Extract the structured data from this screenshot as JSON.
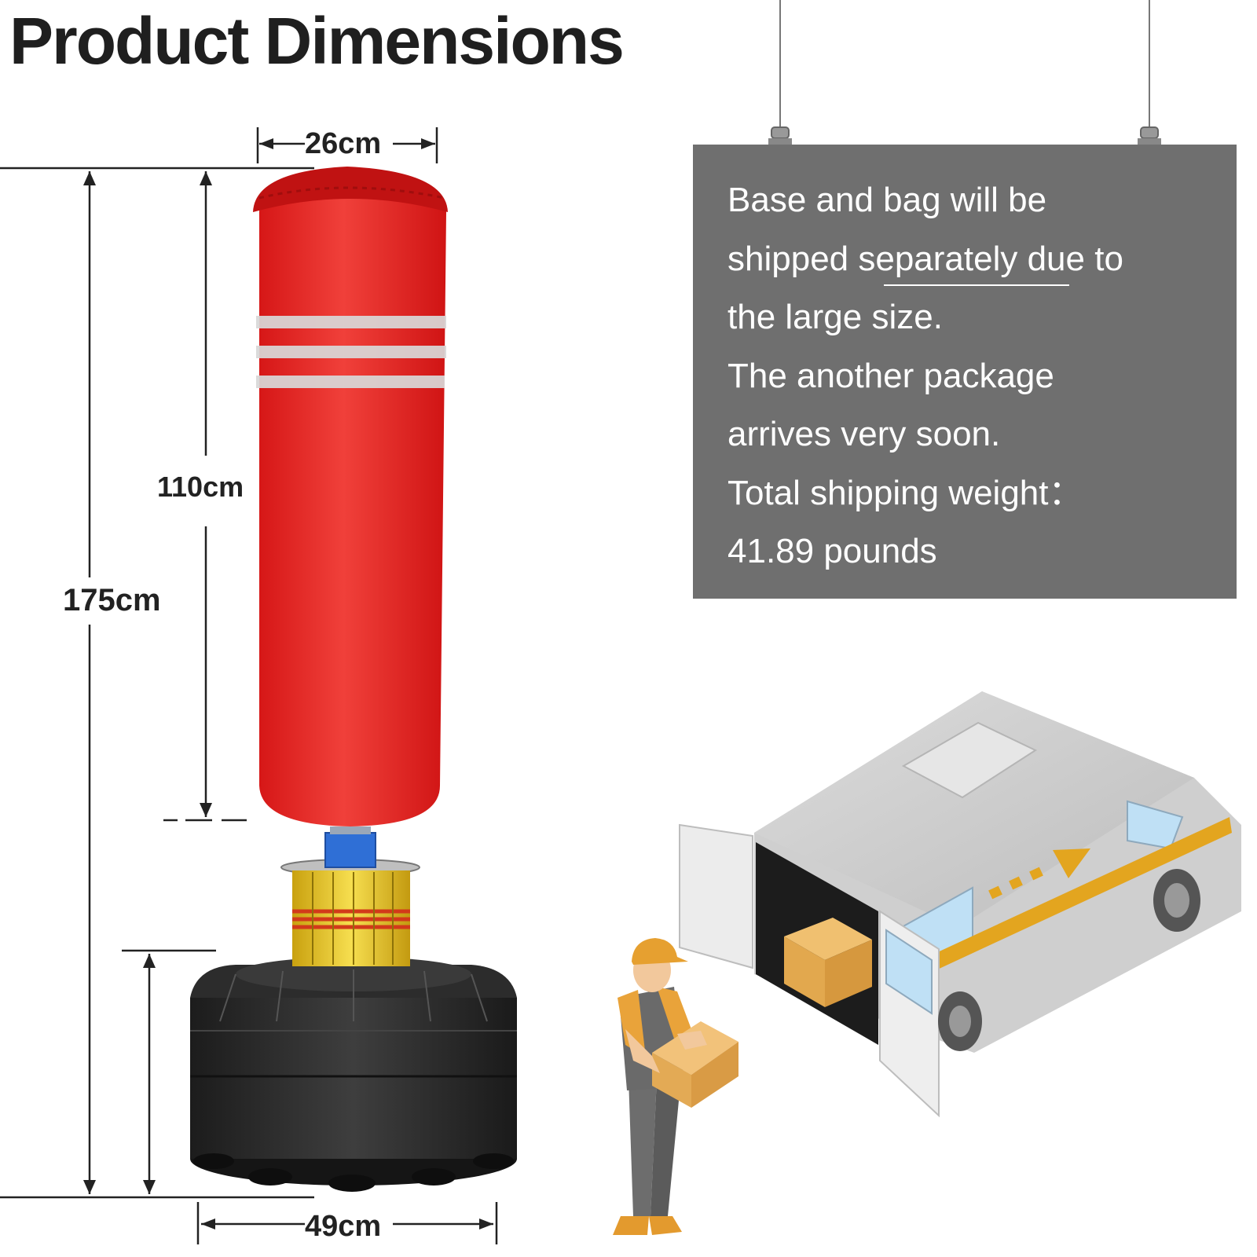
{
  "title": "Product Dimensions",
  "dimensions": {
    "width_top": "26cm",
    "bag_height": "110cm",
    "total_height": "175cm",
    "base_width": "49cm"
  },
  "shipping_info": {
    "lines": [
      "Base and bag will be",
      "shipped separately due to",
      "the large size.",
      "The another package",
      "arrives very soon.",
      "Total shipping weight：",
      "41.89 pounds"
    ]
  },
  "colors": {
    "bag_red": "#e41e1e",
    "panel_gray": "#6f6f6f",
    "base_black": "#2a2a2a",
    "spring_yellow": "#e8c21c",
    "van_gray": "#c8c8c8",
    "stripe_orange": "#e3a51f",
    "box_tan": "#e9b55a"
  },
  "illustrations": {
    "punching_bag": "freestanding-punching-bag",
    "van": "delivery-van-icon",
    "worker": "delivery-worker-icon"
  }
}
